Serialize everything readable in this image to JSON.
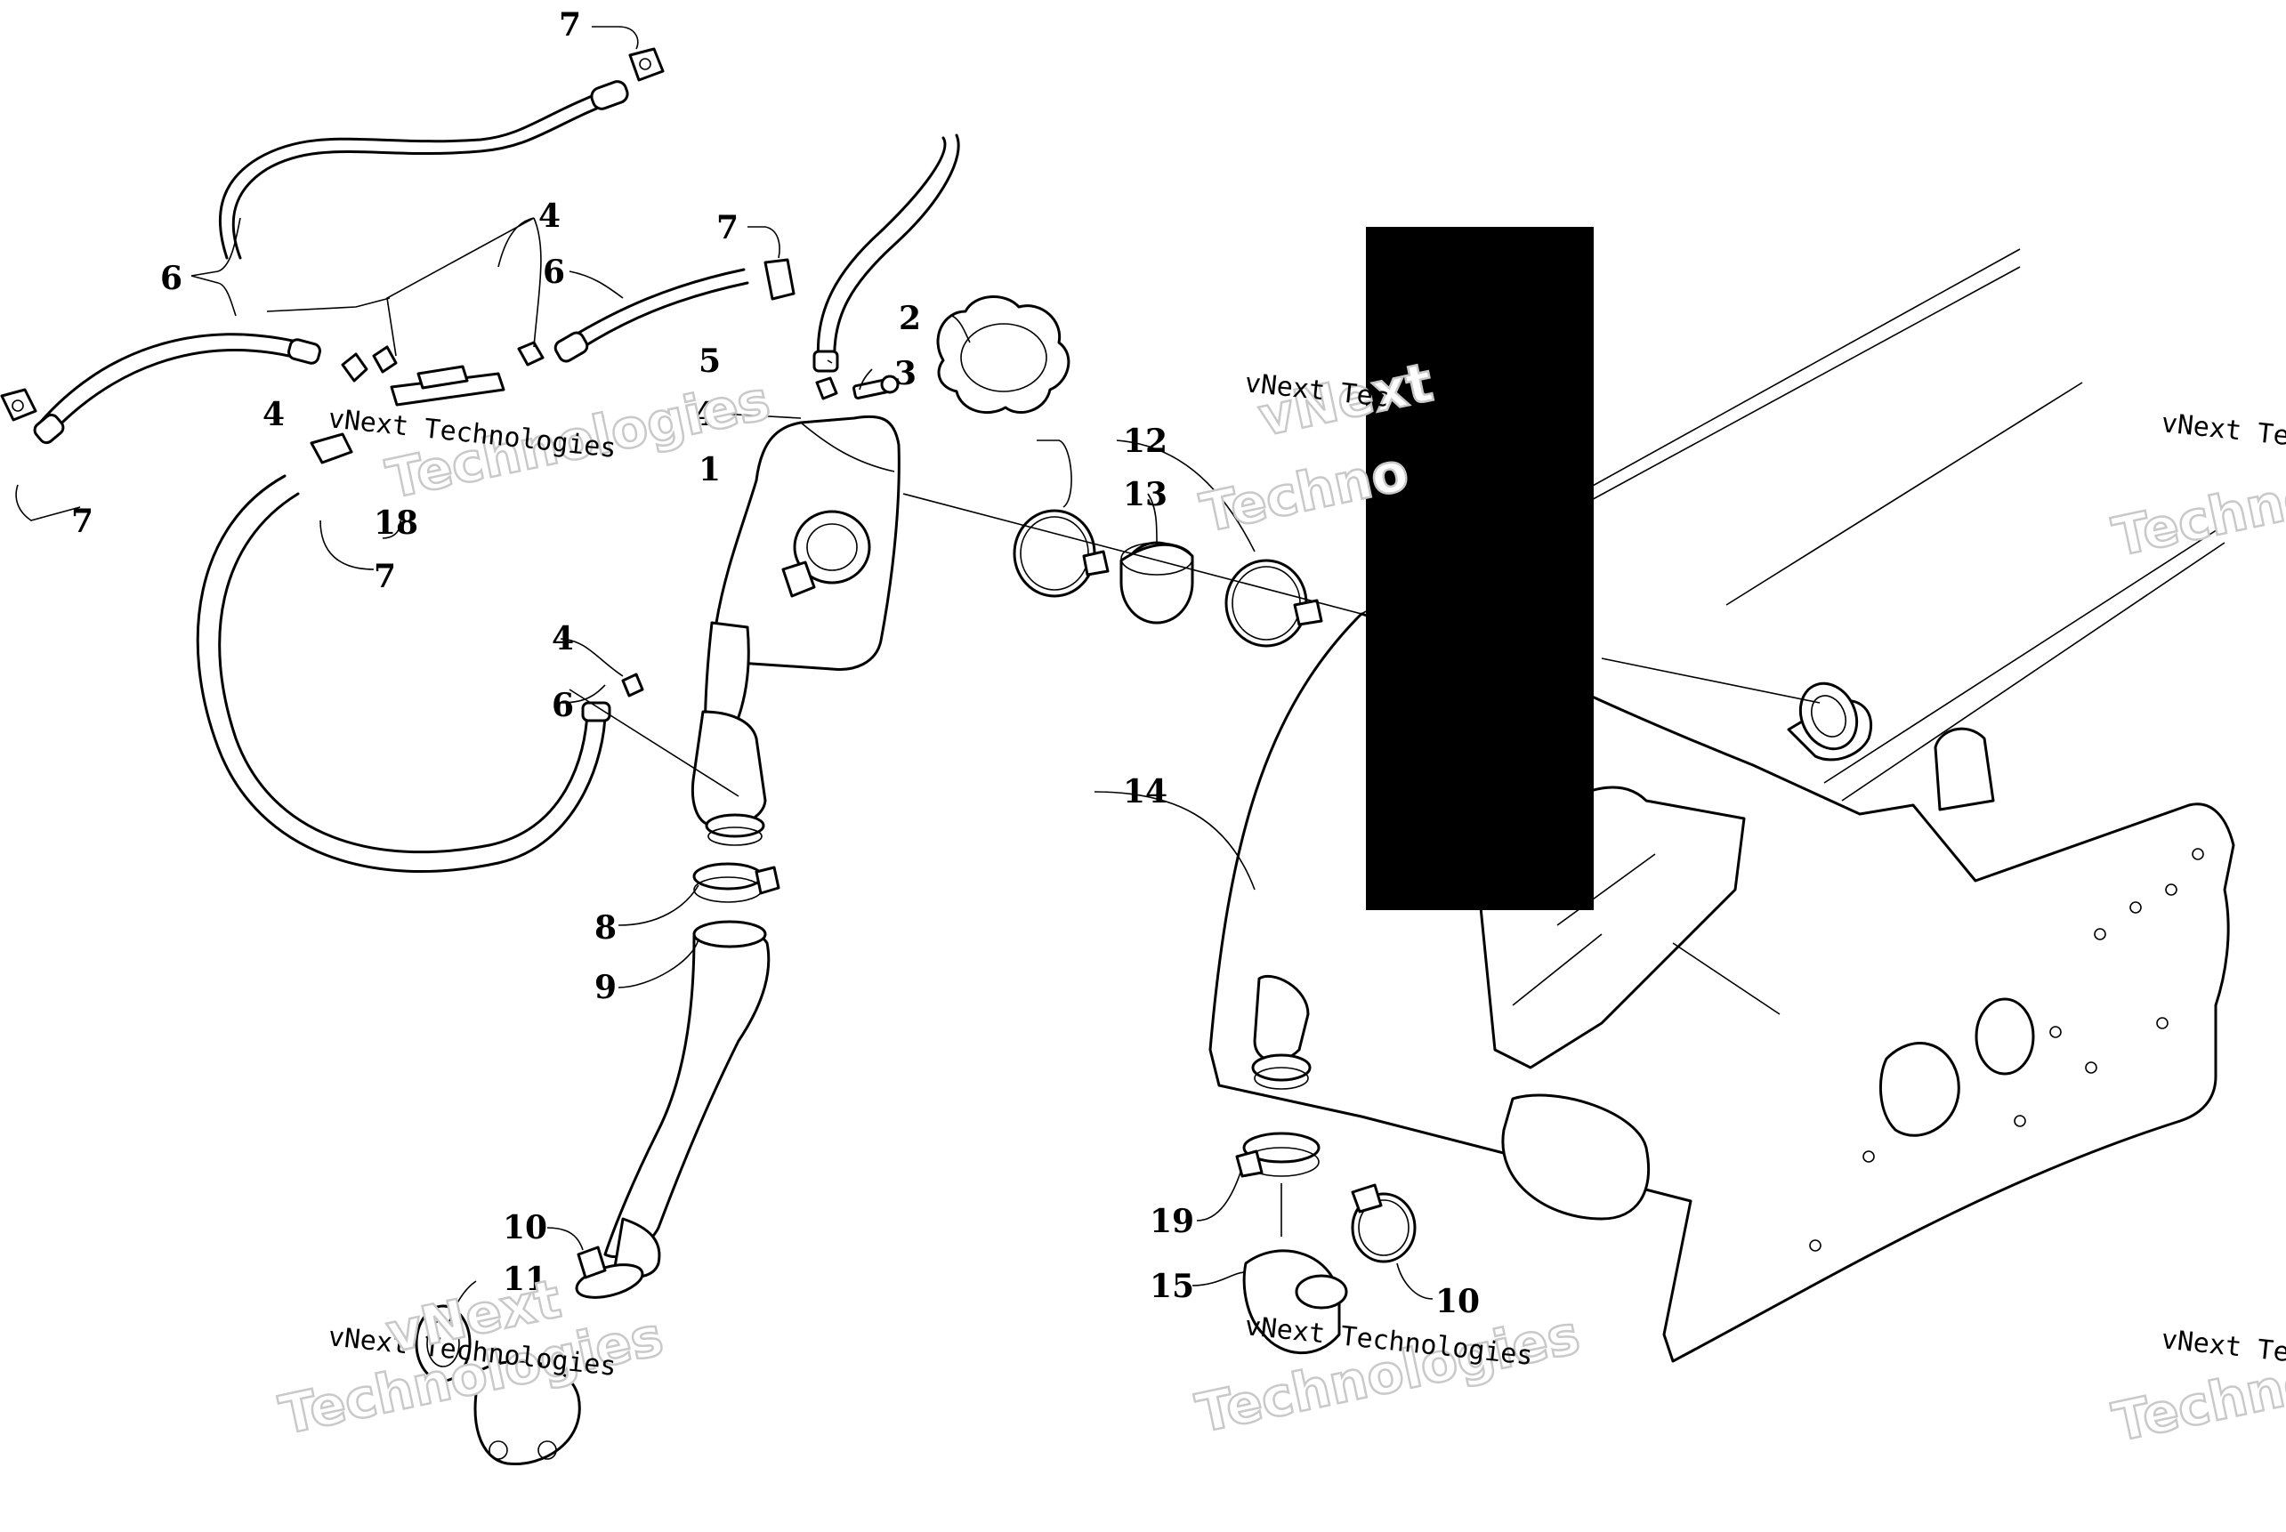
{
  "callouts": [
    {
      "id": "c7a",
      "text": "7"
    },
    {
      "id": "c6a",
      "text": "6"
    },
    {
      "id": "c4a",
      "text": "4"
    },
    {
      "id": "c7b",
      "text": "7"
    },
    {
      "id": "c6b",
      "text": "6"
    },
    {
      "id": "c2",
      "text": "2"
    },
    {
      "id": "c5",
      "text": "5"
    },
    {
      "id": "c3",
      "text": "3"
    },
    {
      "id": "c4b",
      "text": "4"
    },
    {
      "id": "c4c",
      "text": "4"
    },
    {
      "id": "c1",
      "text": "1"
    },
    {
      "id": "c18",
      "text": "18"
    },
    {
      "id": "c7c",
      "text": "7"
    },
    {
      "id": "c7d",
      "text": "7"
    },
    {
      "id": "c12",
      "text": "12"
    },
    {
      "id": "c13",
      "text": "13"
    },
    {
      "id": "c4d",
      "text": "4"
    },
    {
      "id": "c6c",
      "text": "6"
    },
    {
      "id": "c14",
      "text": "14"
    },
    {
      "id": "c8",
      "text": "8"
    },
    {
      "id": "c9",
      "text": "9"
    },
    {
      "id": "c10a",
      "text": "10"
    },
    {
      "id": "c11",
      "text": "11"
    },
    {
      "id": "c19",
      "text": "19"
    },
    {
      "id": "c15",
      "text": "15"
    },
    {
      "id": "c10b",
      "text": "10"
    }
  ],
  "watermark": {
    "line1": "vNext Technologies",
    "line2": "Technologies",
    "fragment1": "vNext Tec",
    "fragment2": "Techno",
    "fragment3": "vNext Tec",
    "fragment4": "Techno",
    "fragment5": "vNext",
    "fragment6": "vNext"
  }
}
